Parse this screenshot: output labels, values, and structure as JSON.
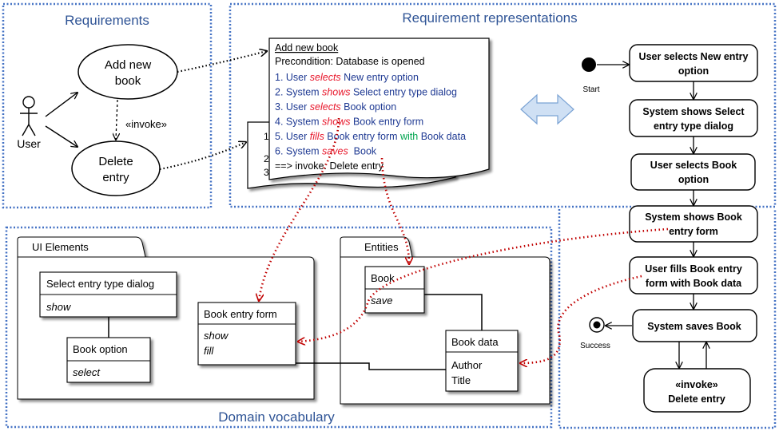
{
  "sections": {
    "requirements": "Requirements",
    "representations": "Requirement representations",
    "vocabulary": "Domain vocabulary"
  },
  "use_case": {
    "actor": "User",
    "uc1_line1": "Add new",
    "uc1_line2": "book",
    "uc2_line1": "Delete",
    "uc2_line2": "entry",
    "relation": "«invoke»"
  },
  "scenario": {
    "title": "Add new book",
    "precondition": "Precondition: Database is opened",
    "back1": "1",
    "back2": "2",
    "back3": "3",
    "steps": [
      [
        {
          "t": "1. User ",
          "c": "blue"
        },
        {
          "t": "selects",
          "c": "red"
        },
        {
          "t": " New entry option",
          "c": "blue"
        }
      ],
      [
        {
          "t": "2. System ",
          "c": "blue"
        },
        {
          "t": "shows",
          "c": "red"
        },
        {
          "t": " Select entry type dialog",
          "c": "blue"
        }
      ],
      [
        {
          "t": "3. User ",
          "c": "blue"
        },
        {
          "t": "selects",
          "c": "red"
        },
        {
          "t": " Book option",
          "c": "blue"
        }
      ],
      [
        {
          "t": "4. System ",
          "c": "blue"
        },
        {
          "t": "shows",
          "c": "red"
        },
        {
          "t": " Book entry form",
          "c": "blue"
        }
      ],
      [
        {
          "t": "5. User ",
          "c": "blue"
        },
        {
          "t": "fills",
          "c": "red"
        },
        {
          "t": " Book entry form ",
          "c": "blue"
        },
        {
          "t": "with",
          "c": "green"
        },
        {
          "t": " Book data",
          "c": "blue"
        }
      ],
      [
        {
          "t": "6. System ",
          "c": "blue"
        },
        {
          "t": "saves",
          "c": "red"
        },
        {
          "t": "  Book",
          "c": "blue"
        }
      ],
      [
        {
          "t": "==> invoke: Delete entry",
          "c": "black"
        }
      ]
    ]
  },
  "activity": {
    "start": "Start",
    "success": "Success",
    "a1_l1": "User selects New entry",
    "a1_l2": "option",
    "a2_l1": "System shows Select",
    "a2_l2": "entry type dialog",
    "a3_l1": "User selects Book",
    "a3_l2": "option",
    "a4_l1": "System shows Book",
    "a4_l2": "entry form",
    "a5_l1": "User fills Book entry",
    "a5_l2": "form with Book data",
    "a6": "System saves  Book",
    "a7_l1": "«invoke»",
    "a7_l2": "Delete entry"
  },
  "vocabulary": {
    "ui_package": "UI Elements",
    "entities_package": "Entities",
    "select_dialog": {
      "name": "Select entry type dialog",
      "op": "show"
    },
    "book_option": {
      "name": "Book option",
      "op": "select"
    },
    "book_form": {
      "name": "Book entry form",
      "op1": "show",
      "op2": "fill"
    },
    "book": {
      "name": "Book",
      "op": "save"
    },
    "book_data": {
      "name": "Book data",
      "attr1": "Author",
      "attr2": "Title"
    }
  },
  "colors": {
    "heading": "#2f5496",
    "frame": "#4472c4",
    "trace_red": "#c00000",
    "step_blue": "#1f3a93",
    "step_red": "#e8182c",
    "step_green": "#00a550",
    "arrow_fill": "#cfe0f4",
    "arrow_stroke": "#7ba3d4"
  }
}
